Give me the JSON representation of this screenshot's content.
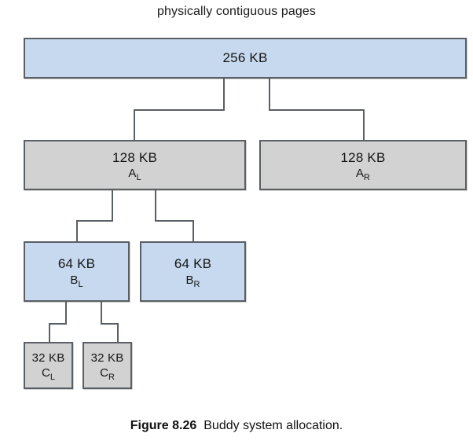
{
  "figure": {
    "title": "physically contiguous pages",
    "caption_label": "Figure 8.26",
    "caption_text": "Buddy system allocation."
  },
  "colors": {
    "blue_fill": "#c6d9ef",
    "gray_fill": "#d2d2d2",
    "border": "#5a5f66",
    "text": "#151515",
    "background": "#ffffff"
  },
  "chart_data": {
    "type": "diagram",
    "diagram_kind": "binary-tree",
    "title": "physically contiguous pages",
    "caption": "Figure 8.26 Buddy system allocation.",
    "levels": [
      256,
      128,
      64,
      32
    ],
    "nodes": [
      {
        "id": "root",
        "size": "256 KB",
        "tag": "",
        "sub": "",
        "fill": "blue",
        "level": 0
      },
      {
        "id": "AL",
        "size": "128 KB",
        "tag": "A",
        "sub": "L",
        "fill": "gray",
        "level": 1
      },
      {
        "id": "AR",
        "size": "128 KB",
        "tag": "A",
        "sub": "R",
        "fill": "gray",
        "level": 1
      },
      {
        "id": "BL",
        "size": "64 KB",
        "tag": "B",
        "sub": "L",
        "fill": "blue",
        "level": 2
      },
      {
        "id": "BR",
        "size": "64 KB",
        "tag": "B",
        "sub": "R",
        "fill": "blue",
        "level": 2
      },
      {
        "id": "CL",
        "size": "32 KB",
        "tag": "C",
        "sub": "L",
        "fill": "gray",
        "level": 3
      },
      {
        "id": "CR",
        "size": "32 KB",
        "tag": "C",
        "sub": "R",
        "fill": "gray",
        "level": 3
      }
    ],
    "edges": [
      {
        "from": "root",
        "to": "AL"
      },
      {
        "from": "root",
        "to": "AR"
      },
      {
        "from": "AL",
        "to": "BL"
      },
      {
        "from": "AL",
        "to": "BR"
      },
      {
        "from": "BL",
        "to": "CL"
      },
      {
        "from": "BL",
        "to": "CR"
      }
    ]
  },
  "nodes": {
    "root": {
      "size": "256 KB"
    },
    "al": {
      "size": "128 KB",
      "tag": "A",
      "sub": "L"
    },
    "ar": {
      "size": "128 KB",
      "tag": "A",
      "sub": "R"
    },
    "bl": {
      "size": "64 KB",
      "tag": "B",
      "sub": "L"
    },
    "br": {
      "size": "64 KB",
      "tag": "B",
      "sub": "R"
    },
    "cl": {
      "size": "32 KB",
      "tag": "C",
      "sub": "L"
    },
    "cr": {
      "size": "32 KB",
      "tag": "C",
      "sub": "R"
    }
  }
}
